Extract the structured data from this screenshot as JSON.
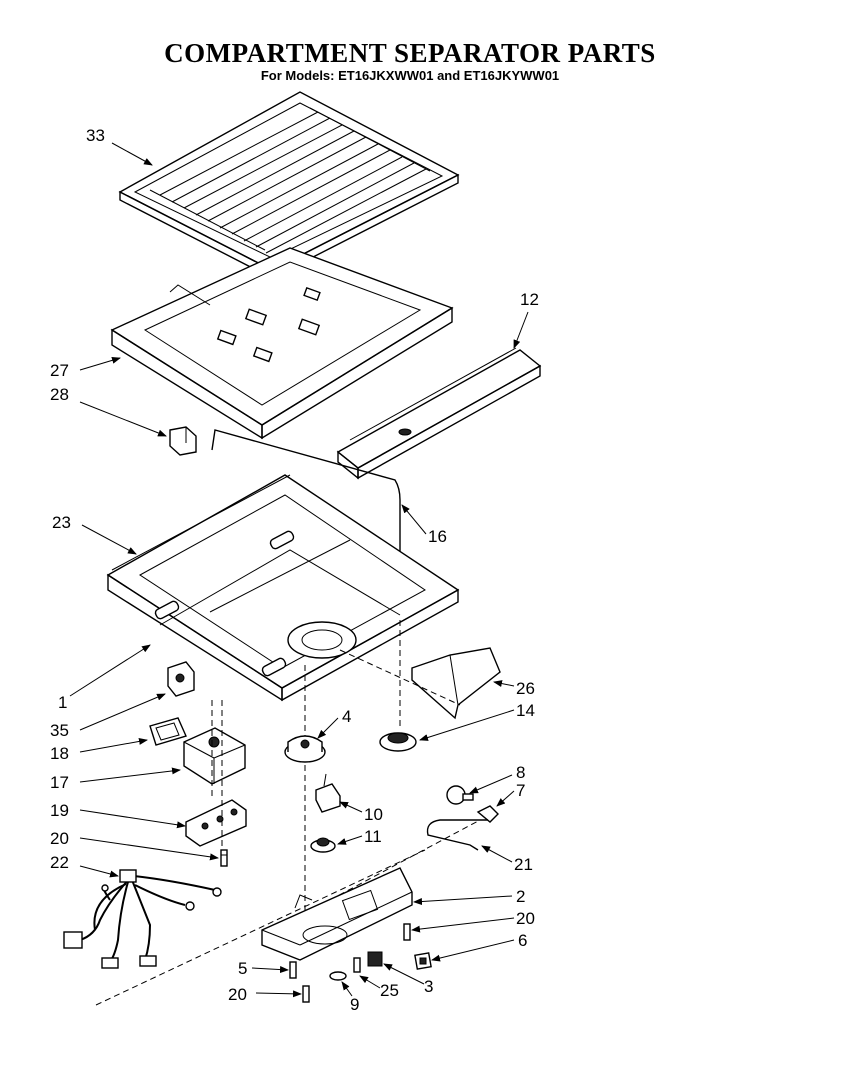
{
  "title": "COMPARTMENT SEPARATOR PARTS",
  "subtitle": "For Models: ET16JKXWW01 and ET16JKYWW01",
  "callouts": {
    "c33": "33",
    "c12": "12",
    "c27": "27",
    "c28": "28",
    "c23": "23",
    "c16": "16",
    "c1": "1",
    "c26": "26",
    "c35": "35",
    "c14": "14",
    "c4": "4",
    "c18": "18",
    "c17": "17",
    "c8": "8",
    "c7": "7",
    "c10": "10",
    "c19": "19",
    "c11": "11",
    "c20a": "20",
    "c22": "22",
    "c21": "21",
    "c2": "2",
    "c20b": "20",
    "c6": "6",
    "c5": "5",
    "c3": "3",
    "c25": "25",
    "c20c": "20",
    "c9": "9"
  }
}
